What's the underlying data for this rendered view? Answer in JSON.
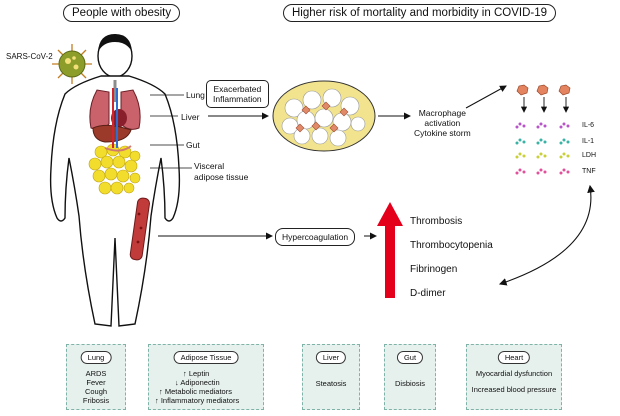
{
  "headers": {
    "left": "People with obesity",
    "right": "Higher risk of mortality and morbidity in COVID-19"
  },
  "virus": {
    "label": "SARS-CoV-2"
  },
  "organs": [
    "Lung",
    "Liver",
    "Gut",
    "Visceral\nadipose tissue"
  ],
  "inflammation_box": "Exacerbated\nInflammation",
  "macrophage_text": [
    "Macrophage",
    "activation",
    "Cytokine storm"
  ],
  "markers": [
    "IL-6",
    "IL-1",
    "LDH",
    "TNF"
  ],
  "hypercoag_box": "Hypercoagulation",
  "risk_list": [
    "Thrombosis",
    "Thrombocytopenia",
    "Fibrinogen",
    "D-dimer"
  ],
  "panels": [
    {
      "title": "Lung",
      "lines": [
        "ARDS",
        "Fever",
        "Cough",
        "Fribosis"
      ]
    },
    {
      "title": "Adipose Tissue",
      "lines": [
        "Leptin",
        "Adiponectin",
        "Metabolic mediators",
        "Inflammatory mediators"
      ]
    },
    {
      "title": "Liver",
      "lines": [
        "Steatosis"
      ]
    },
    {
      "title": "Gut",
      "lines": [
        "Disbiosis"
      ]
    },
    {
      "title": "Heart",
      "lines": [
        "Myocardial dysfunction",
        "Increased blood pressure"
      ]
    }
  ],
  "colors": {
    "red_arrow": "#e4001b",
    "panel_bg": "#e6f1ee",
    "fat": "#f3dd2c"
  }
}
